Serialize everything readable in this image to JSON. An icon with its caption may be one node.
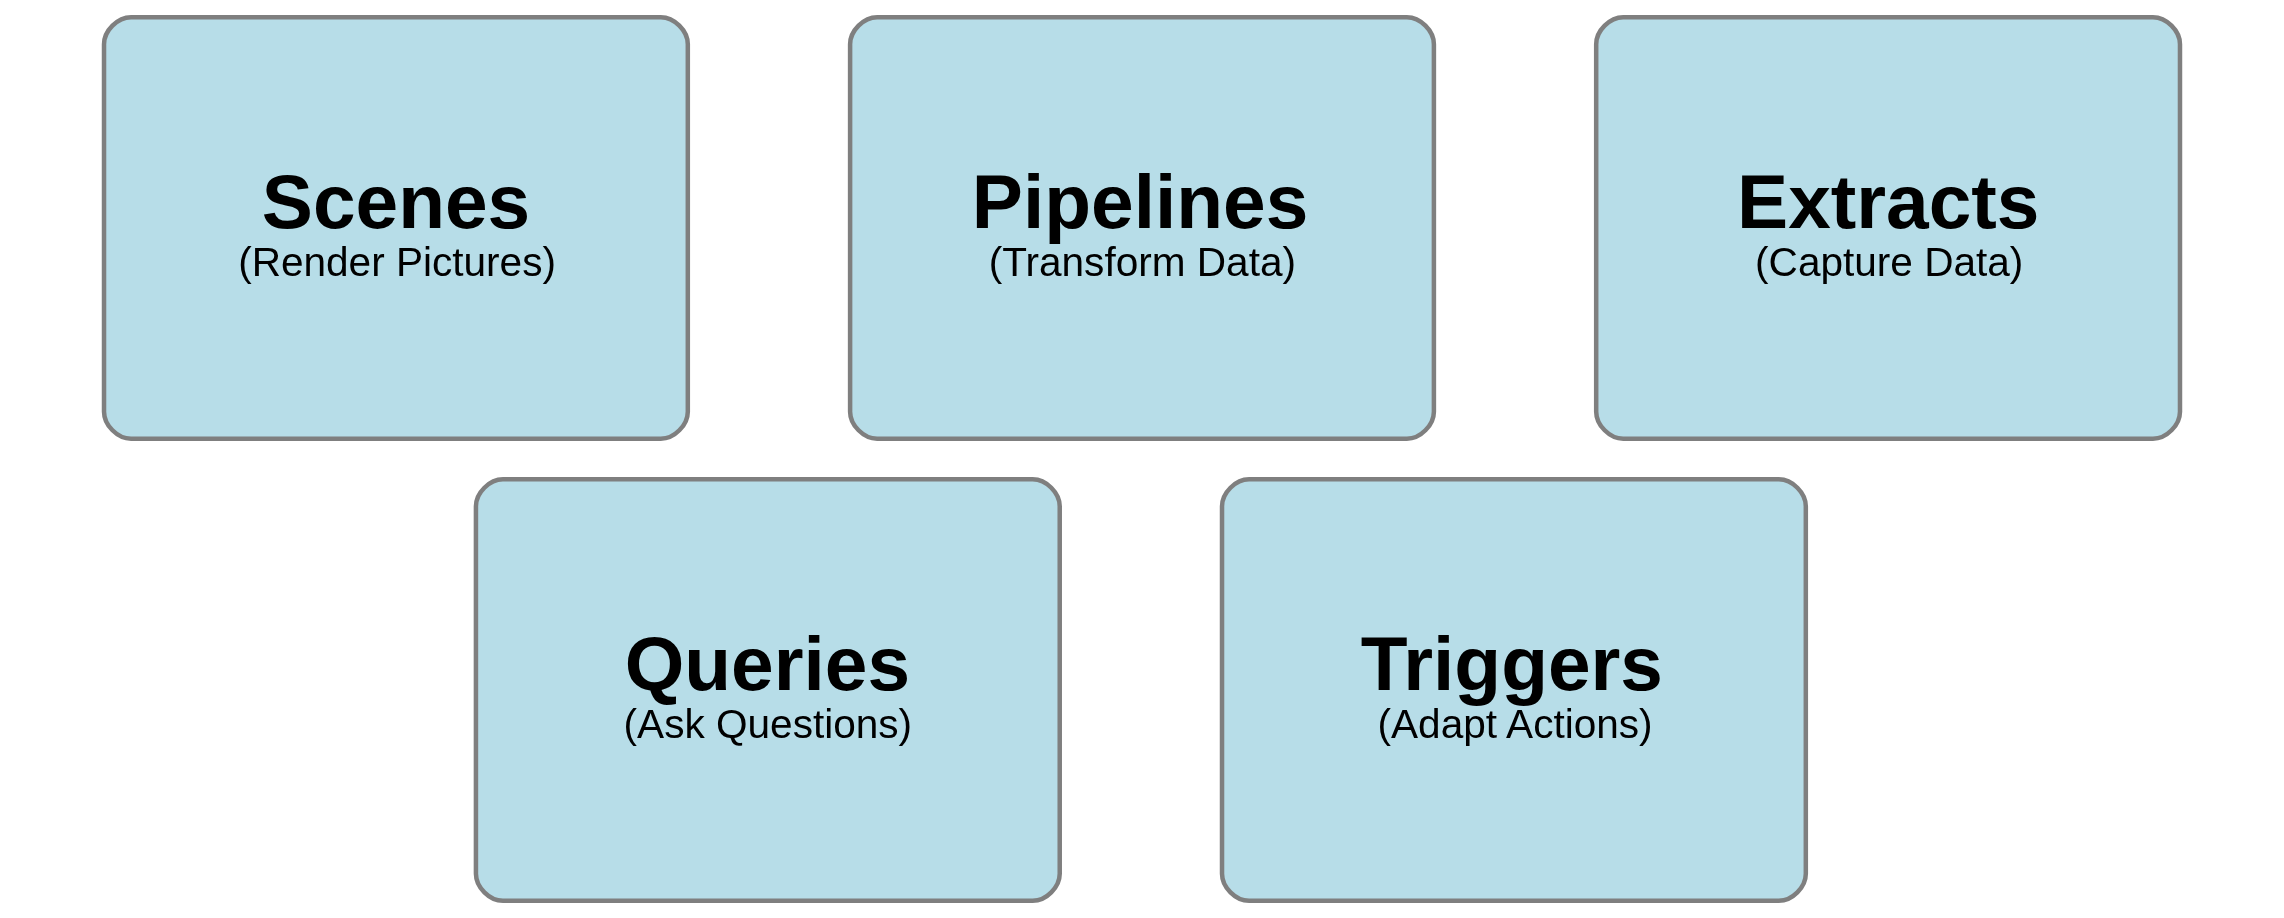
{
  "diagram": {
    "nodes": [
      {
        "text": [
          "Scenes",
          "(Render Pictures)"
        ]
      },
      {
        "text": [
          "Pipelines",
          "(Transform Data)"
        ]
      },
      {
        "text": [
          "Extracts",
          "(Capture Data)"
        ]
      },
      {
        "text": [
          "Queries",
          "(Ask Questions)"
        ]
      },
      {
        "text": [
          "Triggers",
          "(Adapt Actions)"
        ]
      }
    ]
  }
}
